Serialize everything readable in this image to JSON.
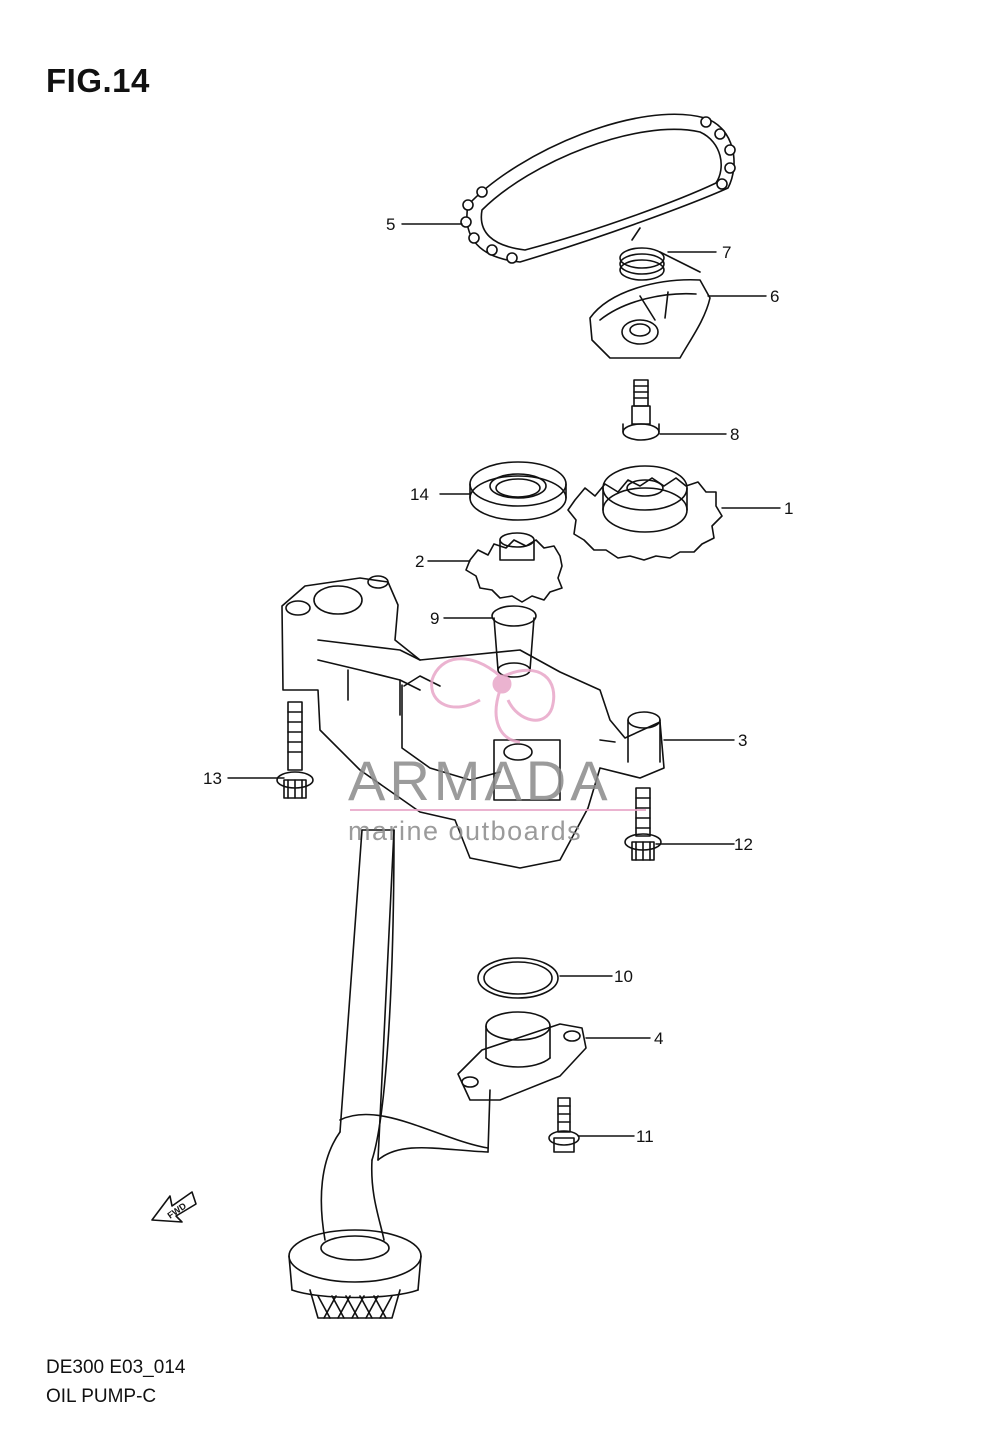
{
  "figure": {
    "title": "FIG.14"
  },
  "footer": {
    "code": "DE300 E03_014",
    "name": "OIL PUMP-C"
  },
  "watermark": {
    "brand": "ARMADA",
    "tagline": "marine outboards",
    "color_gray": "#8a8a8a",
    "color_pink": "#e8a6c8"
  },
  "fwd_marker": {
    "label": "FWD"
  },
  "callouts": [
    {
      "id": "p5",
      "label": "5"
    },
    {
      "id": "p7",
      "label": "7"
    },
    {
      "id": "p6",
      "label": "6"
    },
    {
      "id": "p8",
      "label": "8"
    },
    {
      "id": "p14",
      "label": "14"
    },
    {
      "id": "p1",
      "label": "1"
    },
    {
      "id": "p2",
      "label": "2"
    },
    {
      "id": "p9",
      "label": "9"
    },
    {
      "id": "p3",
      "label": "3"
    },
    {
      "id": "p13",
      "label": "13"
    },
    {
      "id": "p12",
      "label": "12"
    },
    {
      "id": "p10",
      "label": "10"
    },
    {
      "id": "p4",
      "label": "4"
    },
    {
      "id": "p11",
      "label": "11"
    }
  ]
}
